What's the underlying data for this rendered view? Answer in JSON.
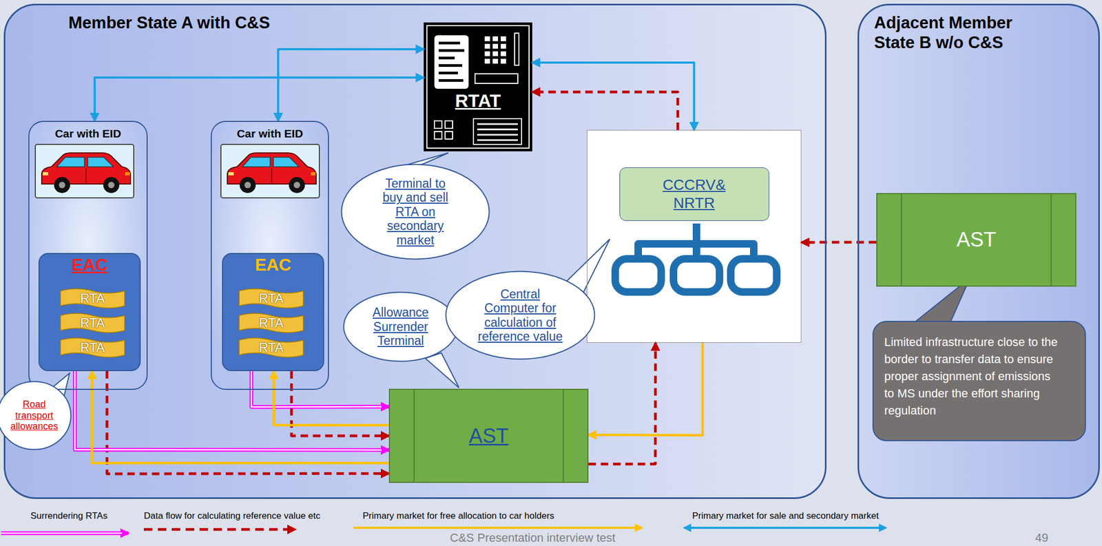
{
  "diagram": {
    "nodes": [
      {
        "text": [
          "Member State A with C&S"
        ]
      },
      {
        "text": [
          "Car with EID"
        ],
        "in": 0
      },
      {
        "text": [
          "EAC"
        ],
        "in": 1
      },
      {
        "text": [
          "RTA"
        ],
        "in": 2
      },
      {
        "text": [
          "RTA"
        ],
        "in": 2
      },
      {
        "text": [
          "RTA"
        ],
        "in": 2
      },
      {
        "text": [
          "Car with EID"
        ],
        "in": 0
      },
      {
        "text": [
          "EAC"
        ],
        "in": 6
      },
      {
        "text": [
          "RTA"
        ],
        "in": 7
      },
      {
        "text": [
          "RTA"
        ],
        "in": 7
      },
      {
        "text": [
          "RTA"
        ],
        "in": 7
      },
      {
        "text": [
          "RTAT"
        ],
        "in": 0
      },
      {
        "text": [
          "Terminal to buy and sell RTA on secondary market"
        ],
        "in": 0
      },
      {
        "text": [
          "CCCRV& NRTR"
        ],
        "in": 0
      },
      {
        "text": [
          "Allowance Surrender Terminal"
        ],
        "in": 0
      },
      {
        "text": [
          "Central Computer for calculation of reference value"
        ],
        "in": 0
      },
      {
        "text": [
          "AST"
        ],
        "in": 0
      },
      {
        "text": [
          "Road transport allowances"
        ],
        "in": 0
      },
      {
        "text": [
          "Adjacent Member State B w/o C&S"
        ]
      },
      {
        "text": [
          "AST"
        ],
        "in": 18
      },
      {
        "text": [
          "Limited infrastructure close to the border to transfer data to ensure proper assignment of emissions to MS under the effort sharing regulation"
        ],
        "in": 18
      }
    ],
    "edges": [
      {
        "from": 1,
        "to": 11,
        "arrow": "both"
      },
      {
        "from": 6,
        "to": 11,
        "arrow": "both"
      },
      {
        "from": 11,
        "to": 13,
        "arrow": "both"
      },
      {
        "from": 13,
        "to": 11,
        "arrow": "to"
      },
      {
        "from": 16,
        "to": 13,
        "arrow": "to"
      },
      {
        "from": 19,
        "to": 13,
        "arrow": "to"
      },
      {
        "from": 2,
        "to": 16,
        "arrow": "to"
      },
      {
        "from": 7,
        "to": 16,
        "arrow": "to"
      },
      {
        "from": 2,
        "to": 16,
        "arrow": "to"
      },
      {
        "from": 7,
        "to": 16,
        "arrow": "to"
      },
      {
        "from": 13,
        "to": 16,
        "arrow": "to"
      },
      {
        "from": 16,
        "to": 2,
        "arrow": "to"
      },
      {
        "from": 16,
        "to": 7,
        "arrow": "to"
      }
    ],
    "labels": [
      "C&S Presentation interview test",
      "49"
    ],
    "legend": [
      {
        "text": "Surrendering RTAs"
      },
      {
        "text": "Data flow for calculating reference value etc"
      },
      {
        "text": "Primary market for free allocation to car holders"
      },
      {
        "text": "Primary market for sale and secondary market"
      }
    ]
  }
}
